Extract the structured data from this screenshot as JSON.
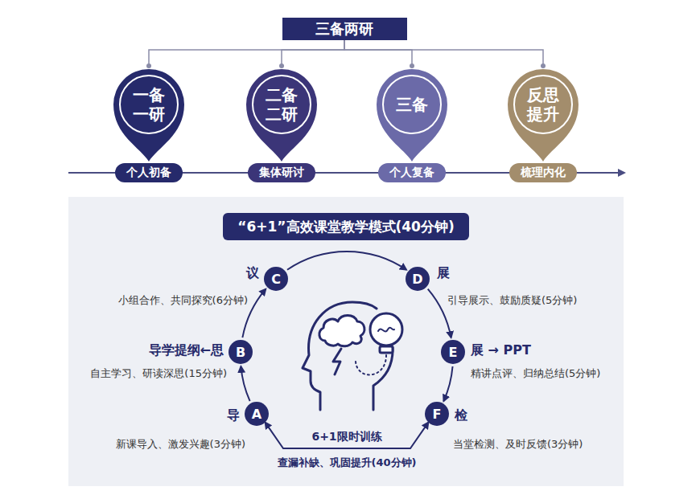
{
  "diagram": {
    "nodes": [
      {
        "text": [
          "三备两研"
        ]
      },
      {
        "text": [
          "一备 一研"
        ]
      },
      {
        "text": [
          "二备 二研"
        ]
      },
      {
        "text": [
          "三备"
        ]
      },
      {
        "text": [
          "反思 提升"
        ]
      },
      {
        "text": [
          "个人初备"
        ]
      },
      {
        "text": [
          "集体研讨"
        ]
      },
      {
        "text": [
          "个人复备"
        ]
      },
      {
        "text": [
          "梳理内化"
        ]
      },
      {
        "text": [
          "“6+1”高效课堂教学模式(40分钟)"
        ]
      },
      {
        "text": [
          "A",
          "导",
          "新课导入、激发兴趣(3分钟)"
        ]
      },
      {
        "text": [
          "B",
          "导学提纲←思",
          "自主学习、研读深思(15分钟)"
        ]
      },
      {
        "text": [
          "C",
          "议",
          "小组合作、共同探究(6分钟)"
        ]
      },
      {
        "text": [
          "D",
          "展",
          "引导展示、鼓励质疑(5分钟)"
        ]
      },
      {
        "text": [
          "E",
          "展 → PPT",
          "精讲点评、归纳总结(5分钟)"
        ]
      },
      {
        "text": [
          "F",
          "检",
          "当堂检测、及时反馈(3分钟)"
        ]
      }
    ],
    "edges": [
      {
        "from": 0,
        "to": 1,
        "arrow": "none"
      },
      {
        "from": 0,
        "to": 2,
        "arrow": "none"
      },
      {
        "from": 0,
        "to": 3,
        "arrow": "none"
      },
      {
        "from": 0,
        "to": 4,
        "arrow": "none"
      },
      {
        "from": 10,
        "to": 11,
        "arrow": "to"
      },
      {
        "from": 11,
        "to": 12,
        "arrow": "to"
      },
      {
        "from": 12,
        "to": 13,
        "arrow": "to"
      },
      {
        "from": 13,
        "to": 14,
        "arrow": "to"
      },
      {
        "from": 14,
        "to": 15,
        "arrow": "to"
      },
      {
        "from": 10,
        "to": 15,
        "label": "6+1限时训练",
        "arrow": "both"
      }
    ],
    "labels": [
      "查漏补缺、巩固提升(40分钟)"
    ]
  }
}
